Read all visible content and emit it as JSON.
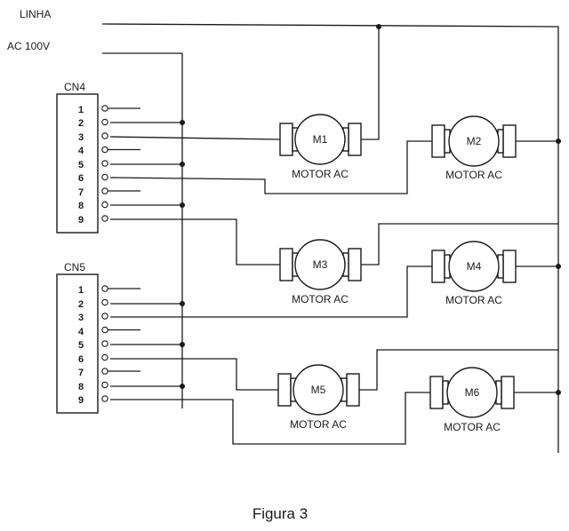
{
  "labels": {
    "linha": "LINHA",
    "ac": "AC 100V",
    "caption": "Figura 3"
  },
  "connectors": [
    {
      "name": "CN4",
      "pins": [
        "1",
        "2",
        "3",
        "4",
        "5",
        "6",
        "7",
        "8",
        "9"
      ]
    },
    {
      "name": "CN5",
      "pins": [
        "1",
        "2",
        "3",
        "4",
        "5",
        "6",
        "7",
        "8",
        "9"
      ]
    }
  ],
  "motors": [
    {
      "id": "M1",
      "label": "MOTOR AC"
    },
    {
      "id": "M2",
      "label": "MOTOR AC"
    },
    {
      "id": "M3",
      "label": "MOTOR AC"
    },
    {
      "id": "M4",
      "label": "MOTOR AC"
    },
    {
      "id": "M5",
      "label": "MOTOR AC"
    },
    {
      "id": "M6",
      "label": "MOTOR AC"
    }
  ],
  "colors": {
    "ink": "#1a1a1a",
    "paper": "#ffffff"
  }
}
